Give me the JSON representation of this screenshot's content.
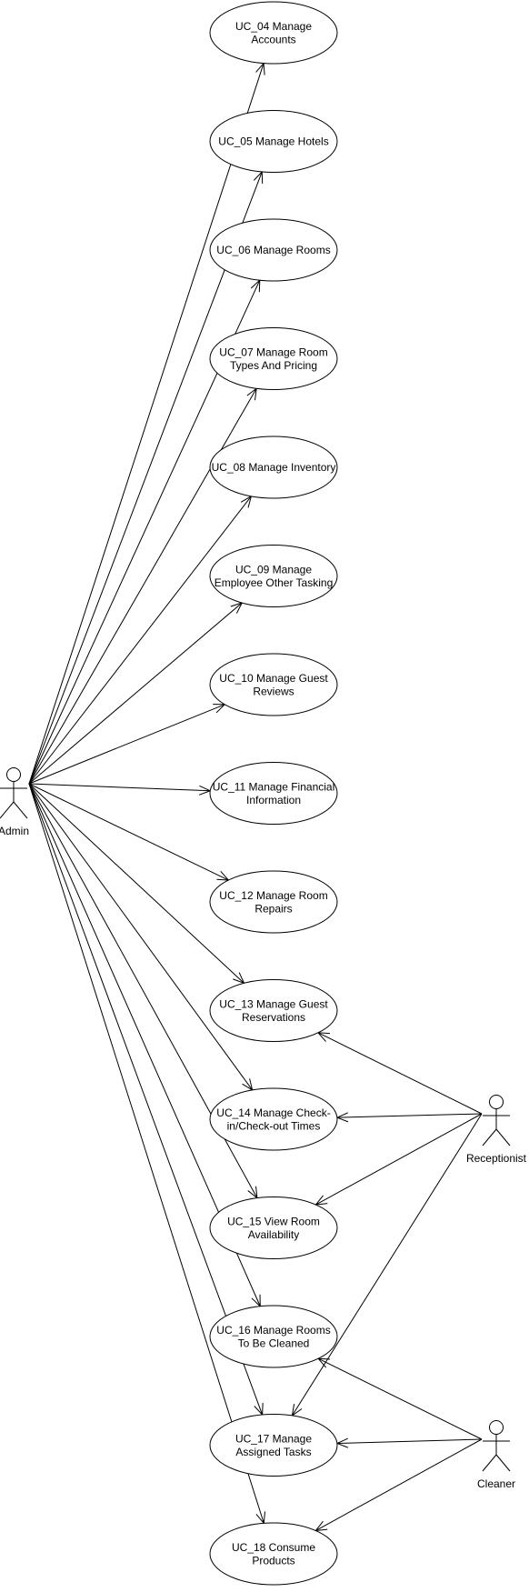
{
  "diagram": {
    "type": "use-case",
    "actors": [
      {
        "id": "admin",
        "label": "Admin"
      },
      {
        "id": "receptionist",
        "label": "Receptionist"
      },
      {
        "id": "cleaner",
        "label": "Cleaner"
      }
    ],
    "use_cases": [
      {
        "id": "uc04",
        "lines": [
          "UC_04 Manage",
          "Accounts"
        ]
      },
      {
        "id": "uc05",
        "lines": [
          "UC_05 Manage Hotels"
        ]
      },
      {
        "id": "uc06",
        "lines": [
          "UC_06 Manage Rooms"
        ]
      },
      {
        "id": "uc07",
        "lines": [
          "UC_07 Manage Room",
          "Types And Pricing"
        ]
      },
      {
        "id": "uc08",
        "lines": [
          "UC_08 Manage Inventory"
        ]
      },
      {
        "id": "uc09",
        "lines": [
          "UC_09 Manage",
          "Employee Other Tasking"
        ]
      },
      {
        "id": "uc10",
        "lines": [
          "UC_10 Manage Guest",
          "Reviews"
        ]
      },
      {
        "id": "uc11",
        "lines": [
          "UC_11 Manage Financial",
          "Information"
        ]
      },
      {
        "id": "uc12",
        "lines": [
          "UC_12 Manage Room",
          "Repairs"
        ]
      },
      {
        "id": "uc13",
        "lines": [
          "UC_13 Manage Guest",
          "Reservations"
        ]
      },
      {
        "id": "uc14",
        "lines": [
          "UC_14 Manage Check-",
          "in/Check-out Times"
        ]
      },
      {
        "id": "uc15",
        "lines": [
          "UC_15 View Room",
          "Availability"
        ]
      },
      {
        "id": "uc16",
        "lines": [
          "UC_16 Manage Rooms",
          "To Be Cleaned"
        ]
      },
      {
        "id": "uc17",
        "lines": [
          "UC_17 Manage",
          "Assigned Tasks"
        ]
      },
      {
        "id": "uc18",
        "lines": [
          "UC_18 Consume",
          "Products"
        ]
      }
    ],
    "associations": [
      {
        "from": "admin",
        "to": "uc04"
      },
      {
        "from": "admin",
        "to": "uc05"
      },
      {
        "from": "admin",
        "to": "uc06"
      },
      {
        "from": "admin",
        "to": "uc07"
      },
      {
        "from": "admin",
        "to": "uc08"
      },
      {
        "from": "admin",
        "to": "uc09"
      },
      {
        "from": "admin",
        "to": "uc10"
      },
      {
        "from": "admin",
        "to": "uc11"
      },
      {
        "from": "admin",
        "to": "uc12"
      },
      {
        "from": "admin",
        "to": "uc13"
      },
      {
        "from": "admin",
        "to": "uc14"
      },
      {
        "from": "admin",
        "to": "uc15"
      },
      {
        "from": "admin",
        "to": "uc16"
      },
      {
        "from": "admin",
        "to": "uc17"
      },
      {
        "from": "admin",
        "to": "uc18"
      },
      {
        "from": "receptionist",
        "to": "uc13"
      },
      {
        "from": "receptionist",
        "to": "uc14"
      },
      {
        "from": "receptionist",
        "to": "uc15"
      },
      {
        "from": "receptionist",
        "to": "uc17"
      },
      {
        "from": "cleaner",
        "to": "uc16"
      },
      {
        "from": "cleaner",
        "to": "uc17"
      },
      {
        "from": "cleaner",
        "to": "uc18"
      }
    ]
  }
}
